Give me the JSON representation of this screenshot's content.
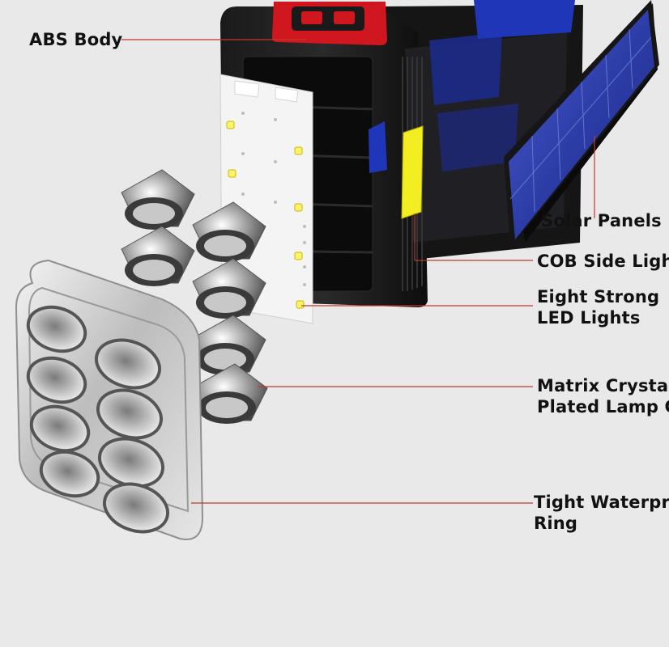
{
  "labels": {
    "abs_body": "ABS Body",
    "solar_panels": "Solar Panels",
    "cob_side_lights": "COB Side Lights",
    "eight_strong_led_lights": [
      "Eight Strong",
      "LED Lights"
    ],
    "matrix_crystal_lamp_cup": [
      "Matrix Crystal",
      "Plated Lamp Cup"
    ],
    "tight_waterproof_ring": [
      "Tight Waterproof",
      "Ring"
    ]
  },
  "colors": {
    "background": "#e9e9e9",
    "leader_line": "#c0392b",
    "body": "#111111",
    "switch": "#d0161e",
    "cob_strip": "#f3ee22",
    "solar_panel": "#2f3fa8",
    "led_board": "#f4f4f4",
    "led": "#fff36b"
  }
}
